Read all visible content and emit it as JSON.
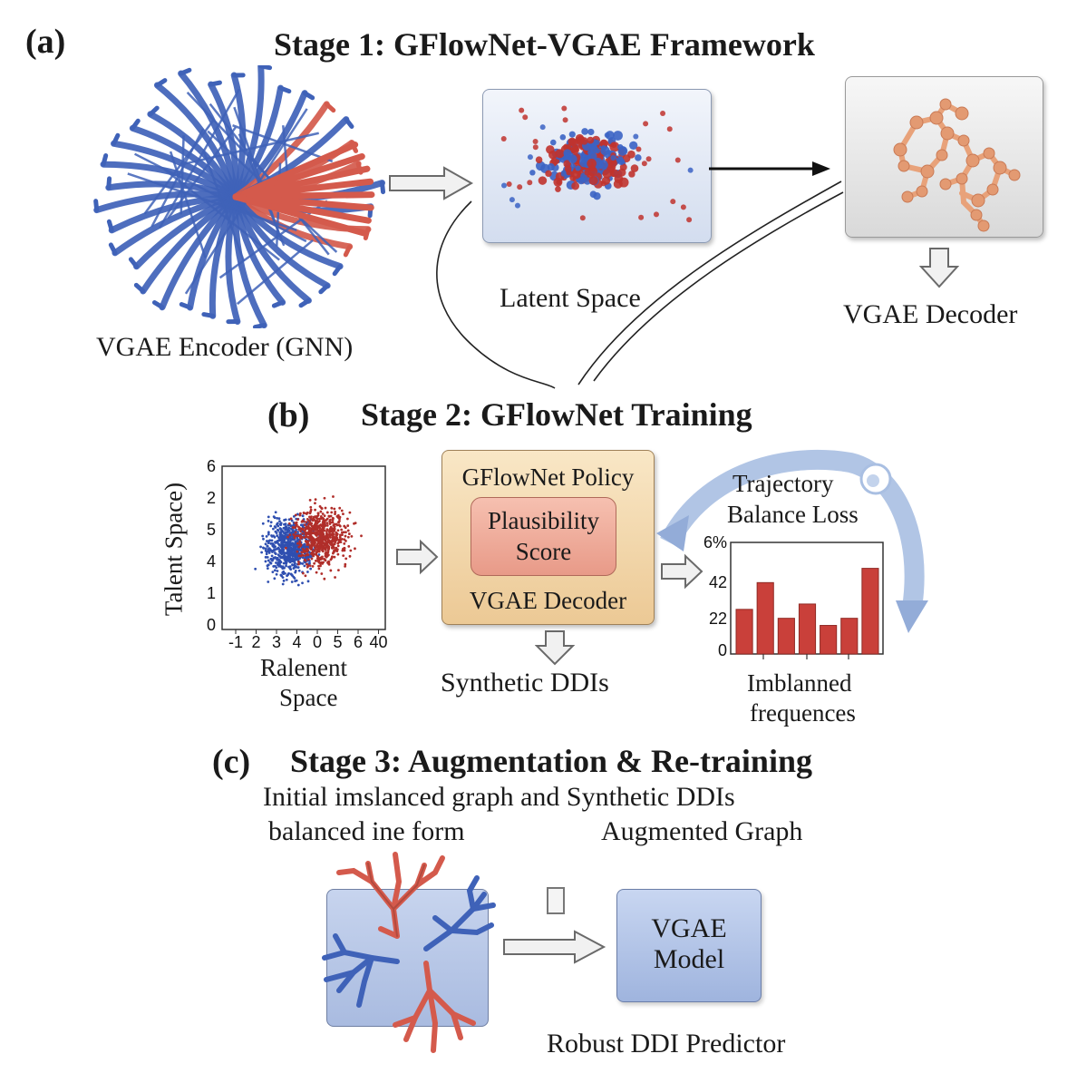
{
  "stage1": {
    "letter": "(a)",
    "title": "Stage 1: GFlowNet-VGAE Framework",
    "encoder_label": "VGAE Encoder (GNN)",
    "latent_label": "Latent Space",
    "decoder_label": "VGAE Decoder"
  },
  "stage2": {
    "letter": "(b)",
    "title": "Stage 2: GFlowNet Training",
    "scatter": {
      "ylabel": "Talent Space)",
      "xlabel_line1": "Ralenent",
      "xlabel_line2": "Space",
      "y_ticks": [
        "6",
        "2",
        "5",
        "4",
        "1",
        "0"
      ],
      "x_ticks": [
        "-1",
        "2",
        "3",
        "4",
        "0",
        "5",
        "6",
        "40"
      ]
    },
    "policy_title": "GFlowNet Policy",
    "plausibility_line1": "Plausibility",
    "plausibility_line2": "Score",
    "policy_decoder": "VGAE Decoder",
    "synthetic_label": "Synthetic DDIs",
    "loss_line1": "Trajectory",
    "loss_line2": "Balance Loss",
    "bar": {
      "y_ticks": [
        "6%",
        "42",
        "22",
        "0"
      ],
      "xlabel_line1": "Imblanned",
      "xlabel_line2": "frequences"
    }
  },
  "stage3": {
    "letter": "(c)",
    "title": "Stage 3: Augmentation & Re-training",
    "line1": "Initial imslanced graph and Synthetic DDIs",
    "line2_left": "balanced ine form",
    "line2_right": "Augmented Graph",
    "model_line1": "VGAE",
    "model_line2": "Model",
    "predictor_label": "Robust DDI Predictor"
  },
  "colors": {
    "blue_edges": "#3f62b8",
    "red_edges": "#d45a4c",
    "scatter_blue": "#2f4fb0",
    "scatter_red": "#b02e2a",
    "bar_fill": "#c9403a",
    "loss_arrow": "#a9bfe2",
    "molecule": "#e8a27a"
  },
  "chart_data": [
    {
      "type": "scatter",
      "xlabel": "Ralenent Space",
      "ylabel": "Talent Space)",
      "y_tick_labels": [
        "6",
        "2",
        "5",
        "4",
        "1",
        "0"
      ],
      "x_tick_labels": [
        "-1",
        "2",
        "3",
        "4",
        "0",
        "5",
        "6",
        "40"
      ],
      "series": [
        {
          "color": "#2f4fb0",
          "cluster_center_tick": "4",
          "approx_count": 700
        },
        {
          "color": "#b02e2a",
          "cluster_center_tick": "5",
          "approx_count": 700
        }
      ]
    },
    {
      "type": "bar",
      "xlabel": "Imblanned frequences",
      "y_tick_labels": [
        "6%",
        "42",
        "22",
        "0"
      ],
      "ylim": [
        0,
        60
      ],
      "values": [
        25,
        40,
        20,
        28,
        16,
        20,
        48
      ]
    }
  ]
}
